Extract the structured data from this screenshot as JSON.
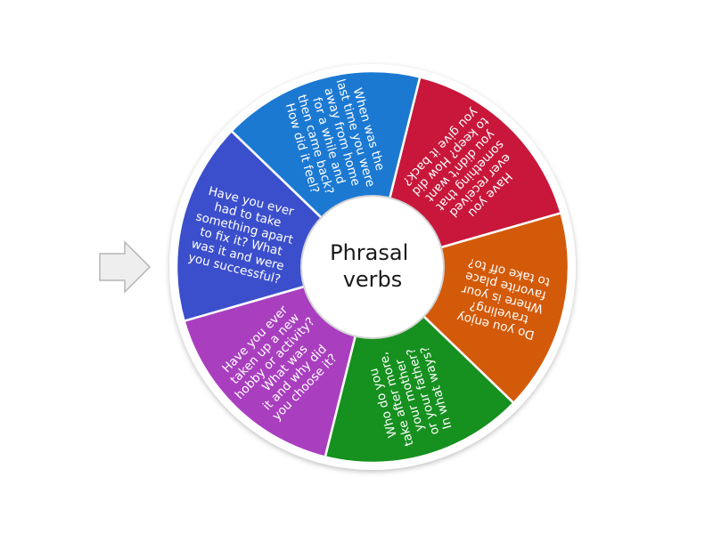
{
  "wheel": {
    "title": "Phrasal verbs",
    "title_lines": [
      "Phrasal",
      "verbs"
    ],
    "segments": [
      {
        "color": "#c8173a",
        "text": "Have you ever received something that you didn't want to keep? How did you give it back?",
        "lines": [
          "Have you",
          "ever received",
          "something that",
          "you didn't want",
          "to keep? How did",
          "you give it back?"
        ]
      },
      {
        "color": "#d35a09",
        "text": "Do you enjoy traveling? Where is your favorite place to take off to?",
        "lines": [
          "Do you enjoy",
          "traveling?",
          "Where is your",
          "favorite place",
          "to take off to?"
        ]
      },
      {
        "color": "#16901f",
        "text": "Who do you take after more, your mother or your father? In what ways?",
        "lines": [
          "Who do you",
          "take after more,",
          "your mother",
          "or your father?",
          "In what ways?"
        ]
      },
      {
        "color": "#a93fbf",
        "text": "Have you ever taken up a new hobby or activity? What was it and why did you choose it?",
        "lines": [
          "Have you ever",
          "taken up a new",
          "hobby or activity?",
          "What was",
          "it and why did",
          "you choose it?"
        ]
      },
      {
        "color": "#3b4fcc",
        "text": "Have you ever had to take something apart to fix it? What was it and were you successful?",
        "lines": [
          "Have you ever",
          "had to take",
          "something apart",
          "to fix it? What",
          "was it and were",
          "you successful?"
        ]
      },
      {
        "color": "#1c79d2",
        "text": "When was the last time you were away from home for a while and then came back? How did it feel?",
        "lines": [
          "When was the",
          "last time you were",
          "away from home",
          "for a while and",
          "then came back?",
          "How did it feel?"
        ]
      }
    ]
  },
  "pointer": {
    "icon": "arrow-right-icon",
    "fill": "#eeeeee",
    "stroke": "#b5b5b5"
  },
  "colors": {
    "rim": "#ffffff",
    "hub": "#ffffff",
    "hub_ring": "#d4d4d4"
  }
}
